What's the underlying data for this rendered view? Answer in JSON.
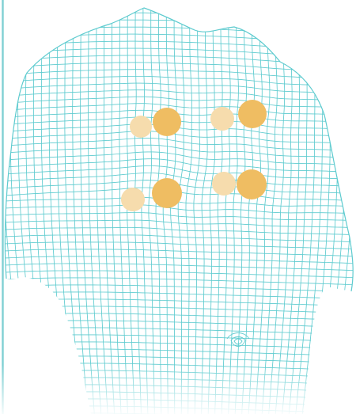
{
  "colors": {
    "background": "#ffffff",
    "mesh": "#5ecbcf",
    "border": "#7fd0d3",
    "marker_solid": "#efbd62",
    "marker_faded": "#f6dcad"
  },
  "figure": {
    "subject": "torso-wireframe-mesh",
    "marker_groups": [
      {
        "name": "upper-right",
        "markers": [
          "solid",
          "faded"
        ]
      },
      {
        "name": "upper-left",
        "markers": [
          "solid",
          "faded"
        ]
      },
      {
        "name": "lower-right",
        "markers": [
          "solid",
          "faded"
        ]
      },
      {
        "name": "lower-left",
        "markers": [
          "solid",
          "faded"
        ]
      }
    ]
  }
}
